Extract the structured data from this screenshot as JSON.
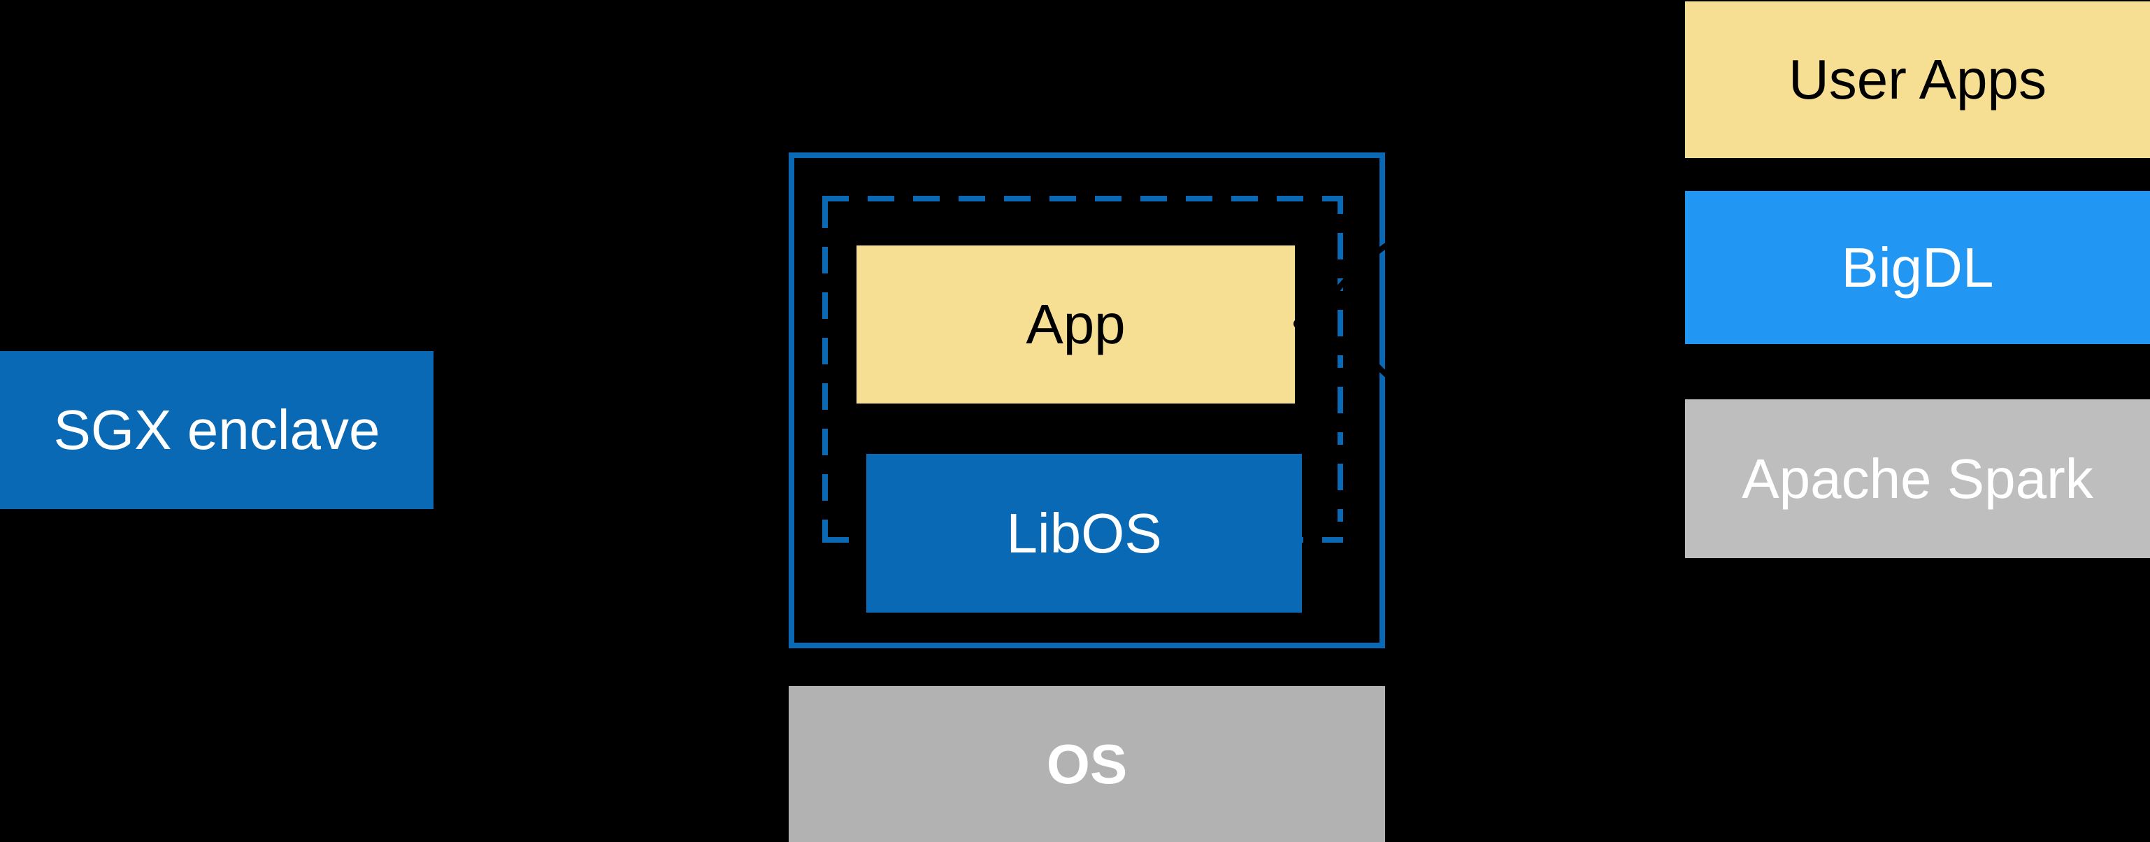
{
  "diagram": {
    "description": "SGX enclave LibOS process architecture diagram on black background",
    "colors": {
      "background": "#000000",
      "intel_blue": "#0a69b4",
      "bigdl_blue": "#2197f3",
      "app_yellow": "#f6de92",
      "spark_gray": "#bebebe",
      "os_gray": "#b2b2b2",
      "connector_black": "#000000",
      "text_dark": "#000000",
      "text_light": "#ffffff"
    },
    "sgx": {
      "label": "SGX enclave"
    },
    "process": {
      "app_label": "App",
      "libos_label": "LibOS"
    },
    "os": {
      "label": "OS"
    },
    "right_stack": {
      "items": [
        {
          "id": "user-apps",
          "label": "User Apps",
          "color": "#f6de92",
          "text_color": "#000000"
        },
        {
          "id": "bigdl",
          "label": "BigDL",
          "color": "#2197f3",
          "text_color": "#ffffff"
        },
        {
          "id": "apache-spark",
          "label": "Apache Spark",
          "color": "#bebebe",
          "text_color": "#ffffff"
        }
      ]
    }
  }
}
